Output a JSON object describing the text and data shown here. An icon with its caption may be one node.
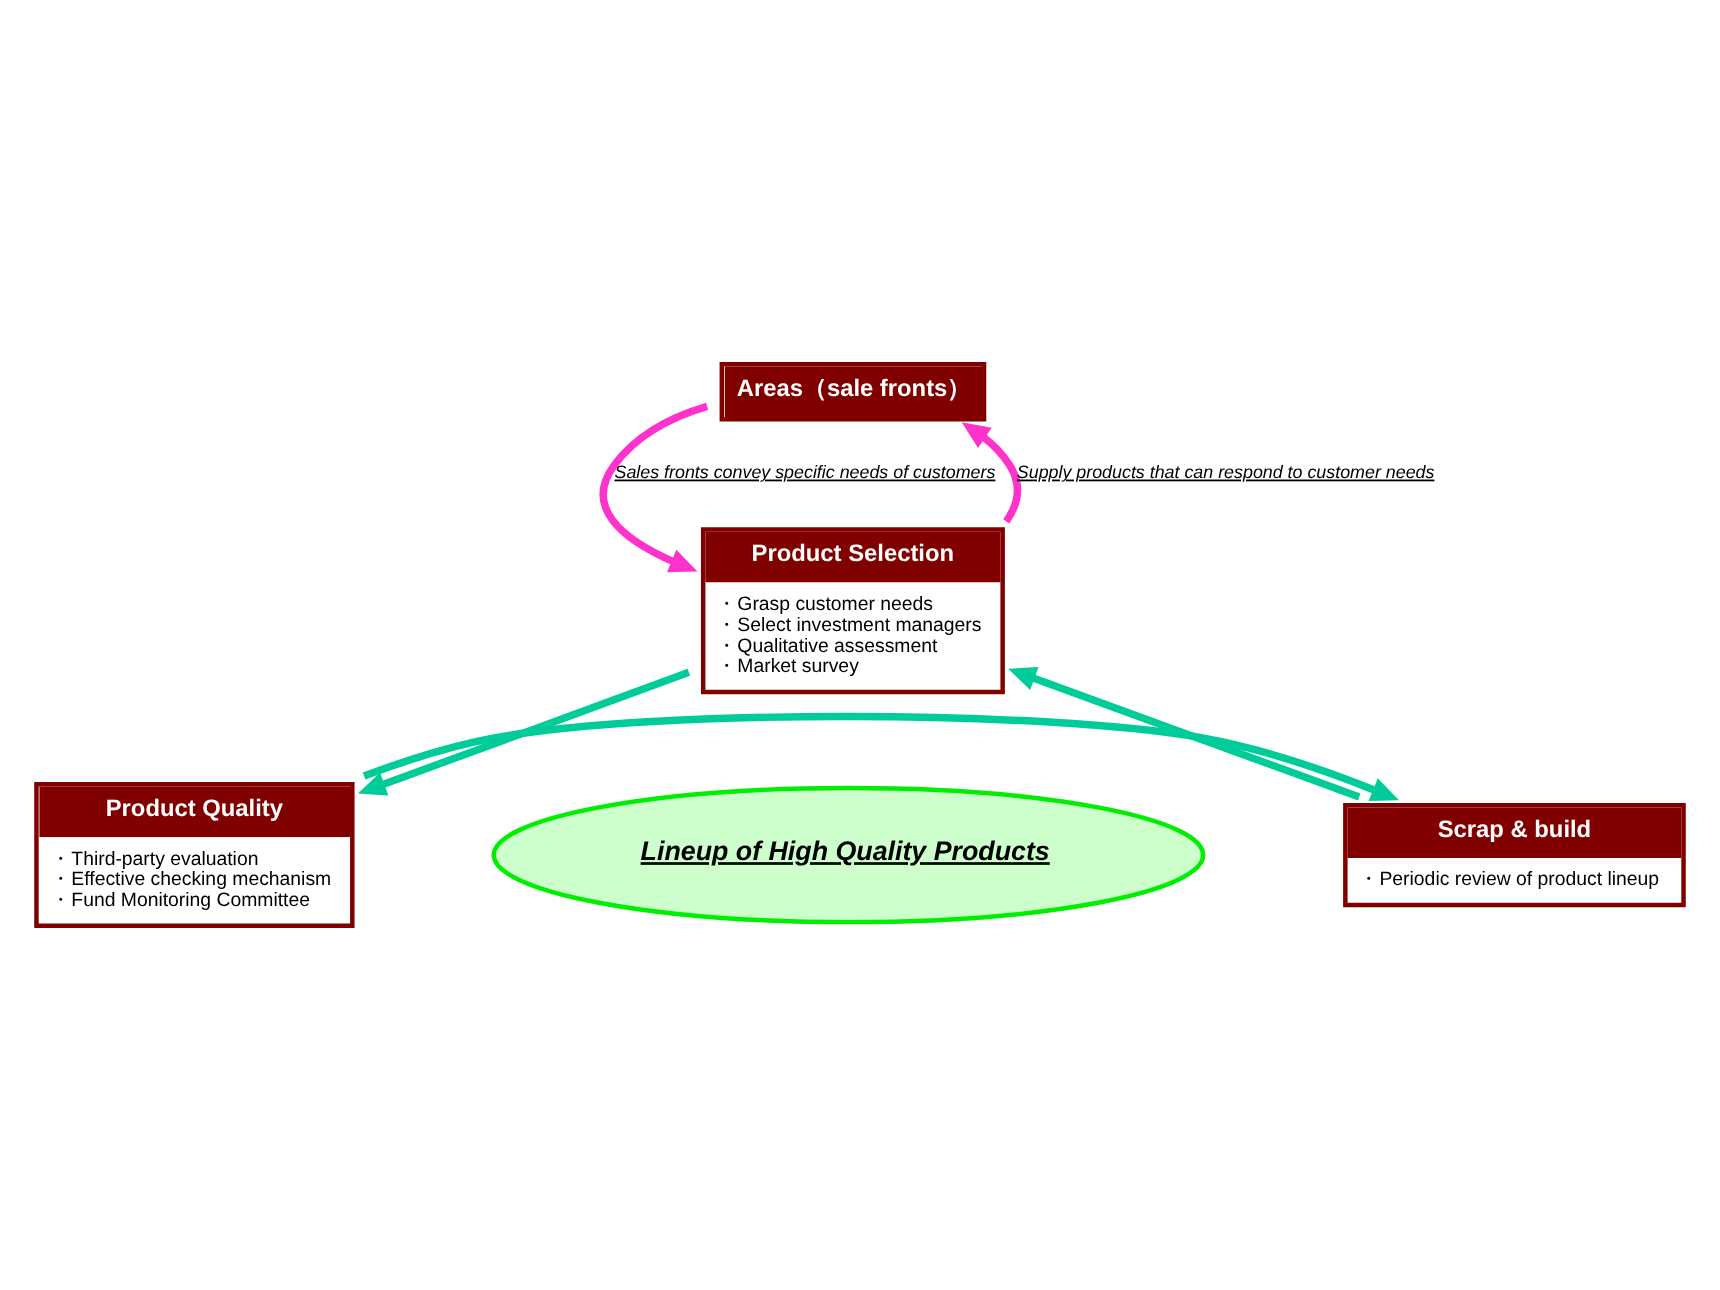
{
  "diagram": {
    "nodes": [
      {
        "text": [
          "Areas（sale fronts）"
        ]
      },
      {
        "text": [
          "Product Selection",
          "・Grasp customer needs",
          "・Select investment managers",
          "・Qualitative assessment",
          "・Market survey"
        ]
      },
      {
        "text": [
          "Product Quality",
          "・Third-party evaluation",
          "・Effective checking mechanism",
          "・Fund Monitoring Committee"
        ]
      },
      {
        "text": [
          "Lineup of High Quality Products"
        ]
      },
      {
        "text": [
          "Scrap & build",
          "・Periodic review of product lineup"
        ]
      }
    ],
    "edges": [
      {
        "from": 1,
        "to": 0,
        "arrow": "to",
        "color": "#ff33cc",
        "label": "Supply products that can respond to customer needs"
      },
      {
        "from": 0,
        "to": 1,
        "arrow": "to",
        "color": "#ff33cc",
        "label": "Sales fronts convey specific needs of customers"
      },
      {
        "from": 1,
        "to": 2,
        "arrow": "to"
      },
      {
        "from": 2,
        "to": 4,
        "arrow": "to"
      },
      {
        "from": 4,
        "to": 1,
        "arrow": "to"
      }
    ]
  }
}
